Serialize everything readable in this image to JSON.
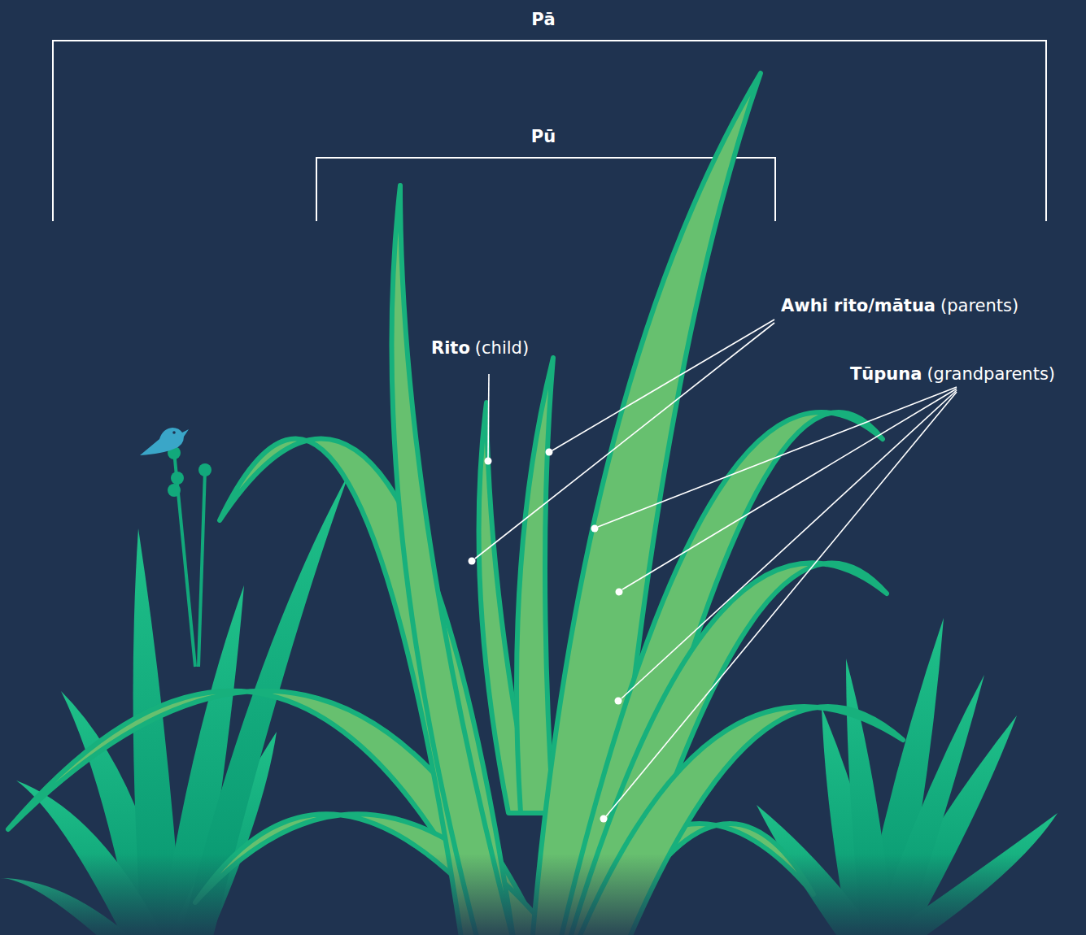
{
  "diagram": {
    "labels": [
      "Pā",
      "Pū",
      "Rito",
      "(child)",
      "Awhi rito/mātua",
      "(parents)",
      "Tūpuna",
      "(grandparents)"
    ]
  }
}
